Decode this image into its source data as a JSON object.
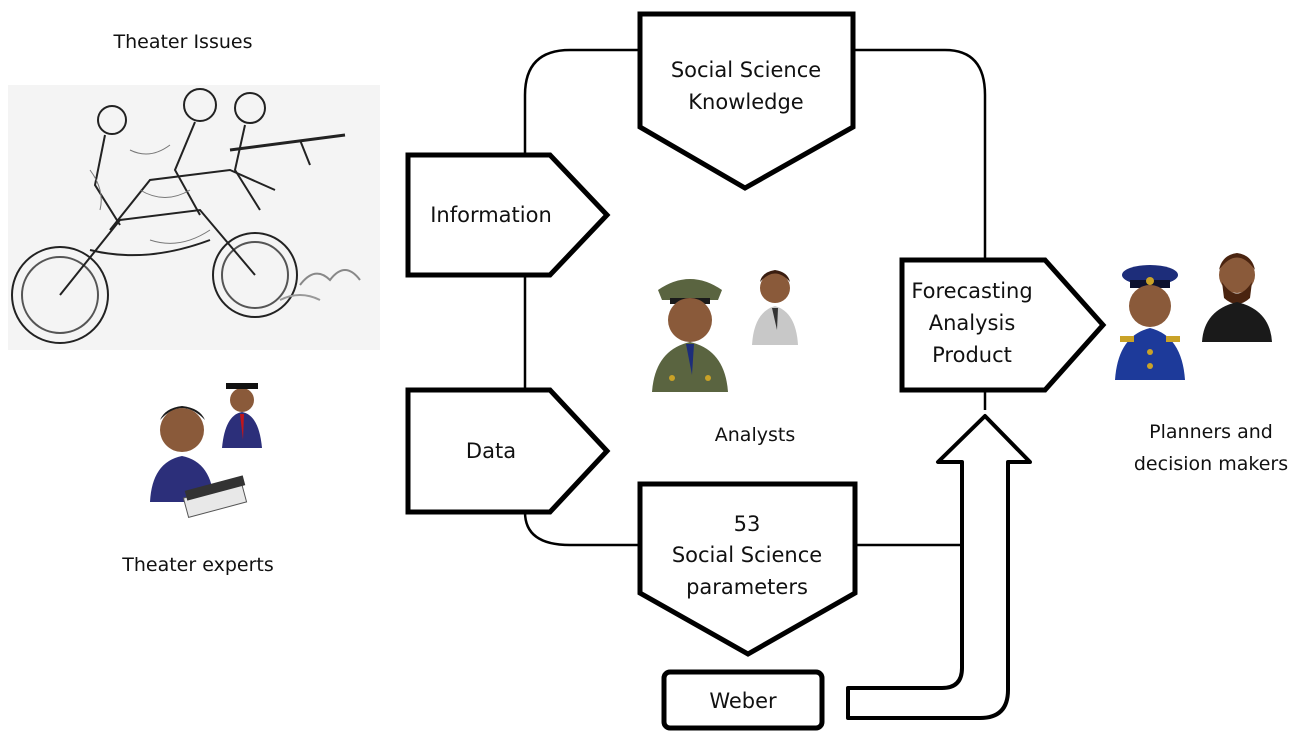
{
  "labels": {
    "theater_issues": "Theater Issues",
    "theater_experts": "Theater experts",
    "analysts": "Analysts",
    "planners_line1": "Planners and",
    "planners_line2": "decision makers"
  },
  "nodes": {
    "social_science_knowledge": {
      "line1": "Social Science",
      "line2": "Knowledge"
    },
    "information": "Information",
    "data": "Data",
    "forecasting": {
      "line1": "Forecasting",
      "line2": "Analysis",
      "line3": "Product"
    },
    "parameters": {
      "line1": "53",
      "line2": "Social Science",
      "line3": "parameters"
    },
    "weber": "Weber"
  },
  "icons": {
    "motorcycle_sketch": "motorcycle-fighters-sketch",
    "experts": "graduate-and-businessman-icon",
    "analysts": "officer-and-analyst-icon",
    "planners": "admiral-and-bearded-man-icon"
  },
  "colors": {
    "stroke": "#000000",
    "background": "#ffffff"
  }
}
